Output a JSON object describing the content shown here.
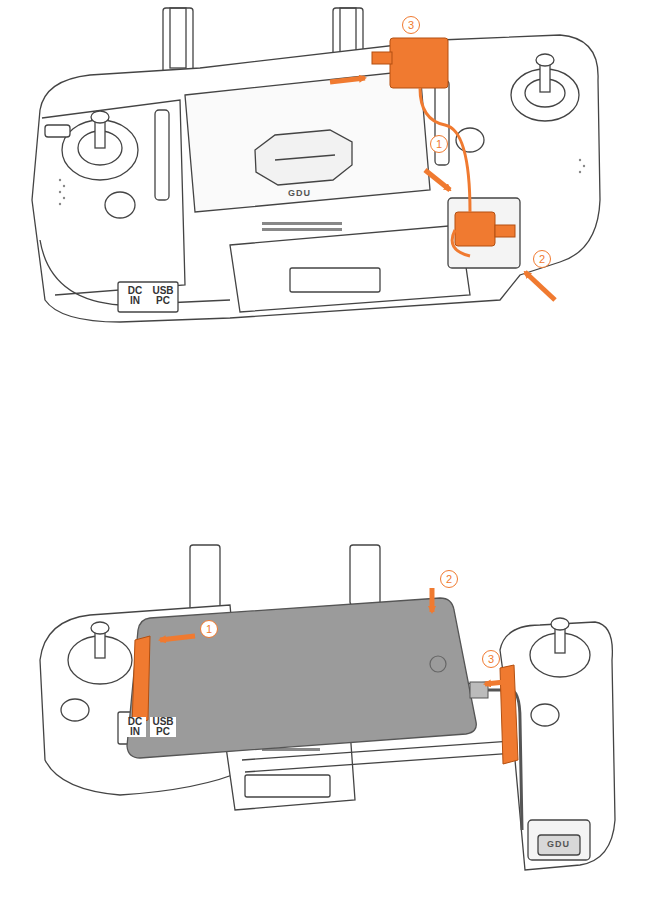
{
  "diagram": {
    "labels": [
      "GDU",
      "3",
      "1",
      "2",
      "DC IN",
      "USB PC",
      "1",
      "2",
      "3",
      "DC IN",
      "USB PC",
      "GDU"
    ]
  }
}
